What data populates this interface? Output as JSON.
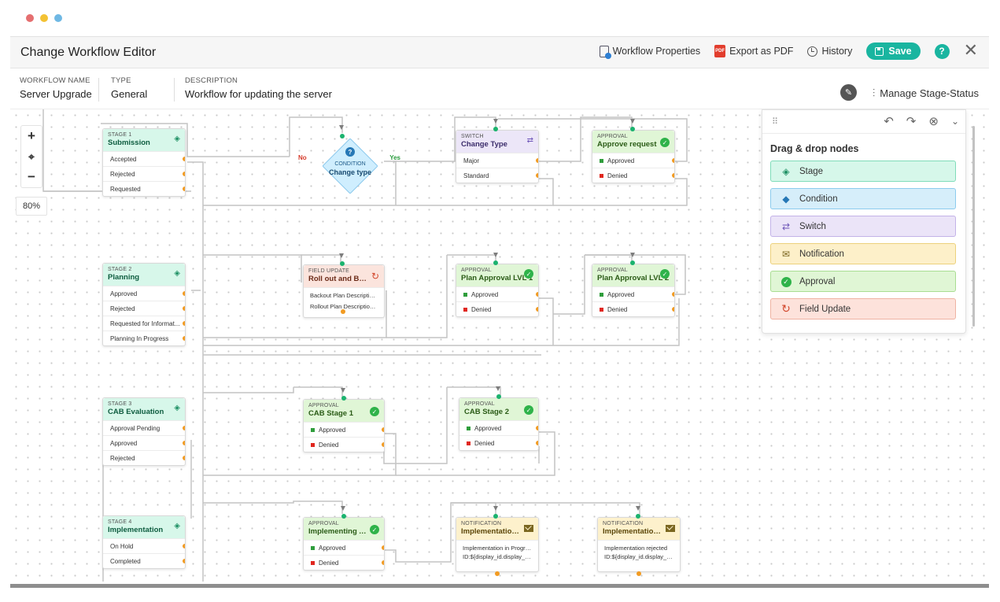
{
  "window": {
    "title": "Change Workflow Editor",
    "traffic_colors": [
      "#e56f70",
      "#f3c234",
      "#6fb8e4"
    ]
  },
  "header": {
    "workflow_properties": "Workflow Properties",
    "export_pdf": "Export as PDF",
    "history": "History",
    "save": "Save",
    "help": "?",
    "close": "✕",
    "pdf_badge": "PDF"
  },
  "meta": {
    "workflow_name_label": "WORKFLOW NAME",
    "workflow_name": "Server Upgrade",
    "type_label": "TYPE",
    "type": "General",
    "description_label": "DESCRIPTION",
    "description": "Workflow for updating the server",
    "manage": "Manage Stage-Status"
  },
  "zoom": {
    "plus": "+",
    "minus": "−",
    "locate": "⌖",
    "level": "80%"
  },
  "nodes": {
    "stage1": {
      "type": "STAGE 1",
      "title": "Submission",
      "rows": [
        "Accepted",
        "Rejected",
        "Requested"
      ]
    },
    "condition": {
      "type": "CONDITION",
      "title": "Change type",
      "no": "No",
      "yes": "Yes"
    },
    "switch": {
      "type": "SWITCH",
      "title": "Change Type",
      "rows": [
        "Major",
        "Standard"
      ]
    },
    "approve_request": {
      "type": "APPROVAL",
      "title": "Approve request",
      "rows": [
        "Approved",
        "Denied"
      ]
    },
    "stage2": {
      "type": "STAGE 2",
      "title": "Planning",
      "rows": [
        "Approved",
        "Rejected",
        "Requested for Informat...",
        "Planning In Progress"
      ]
    },
    "field_update": {
      "type": "FIELD UPDATE",
      "title": "Roll out and Back...",
      "lines": [
        "Backout Plan Description :...",
        "Rollout Plan Description : G..."
      ]
    },
    "plan_lvl1": {
      "type": "APPROVAL",
      "title": "Plan Approval LVL 1",
      "rows": [
        "Approved",
        "Denied"
      ]
    },
    "plan_lvl2": {
      "type": "APPROVAL",
      "title": "Plan Approval LVL 2",
      "rows": [
        "Approved",
        "Denied"
      ]
    },
    "stage3": {
      "type": "STAGE 3",
      "title": "CAB Evaluation",
      "rows": [
        "Approval Pending",
        "Approved",
        "Rejected"
      ]
    },
    "cab1": {
      "type": "APPROVAL",
      "title": "CAB Stage 1",
      "rows": [
        "Approved",
        "Denied"
      ]
    },
    "cab2": {
      "type": "APPROVAL",
      "title": "CAB Stage 2",
      "rows": [
        "Approved",
        "Denied"
      ]
    },
    "stage4": {
      "type": "STAGE 4",
      "title": "Implementation",
      "rows": [
        "On Hold",
        "Completed"
      ]
    },
    "impl_approval": {
      "type": "APPROVAL",
      "title": "Implementing Ap...",
      "rows": [
        "Approved",
        "Denied"
      ]
    },
    "notif1": {
      "type": "NOTIFICATION",
      "title": "Implementation i...",
      "lines": [
        "Implementation in Progress",
        "ID:${display_id.display_value}"
      ]
    },
    "notif2": {
      "type": "NOTIFICATION",
      "title": "Implementation R...",
      "lines": [
        "Implementation rejected",
        "ID:${display_id.display_value}"
      ]
    }
  },
  "palette": {
    "title": "Drag & drop nodes",
    "items": [
      {
        "label": "Stage",
        "icon": "layers-icon",
        "bg": "#d6f7ea",
        "border": "#7fdcb9"
      },
      {
        "label": "Condition",
        "icon": "diamond-icon",
        "bg": "#d6eefa",
        "border": "#8ccbee"
      },
      {
        "label": "Switch",
        "icon": "switch-icon",
        "bg": "#ebe4f8",
        "border": "#c3b3e8"
      },
      {
        "label": "Notification",
        "icon": "envelope-icon",
        "bg": "#fdf0c9",
        "border": "#ecd17c"
      },
      {
        "label": "Approval",
        "icon": "check-circle-icon",
        "bg": "#e0f6d5",
        "border": "#a9dd92"
      },
      {
        "label": "Field Update",
        "icon": "refresh-icon",
        "bg": "#fde2db",
        "border": "#efb3a3"
      }
    ]
  }
}
